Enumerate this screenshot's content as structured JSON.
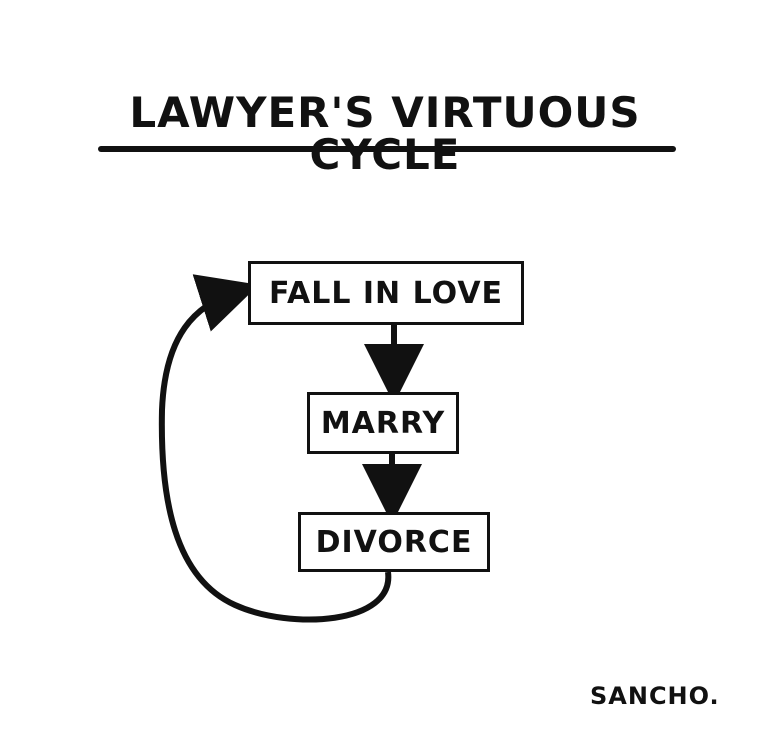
{
  "title": "LAWYER'S VIRTUOUS CYCLE",
  "nodes": [
    {
      "label": "FALL IN LOVE"
    },
    {
      "label": "MARRY"
    },
    {
      "label": "DIVORCE"
    }
  ],
  "signature": "SANCHO."
}
